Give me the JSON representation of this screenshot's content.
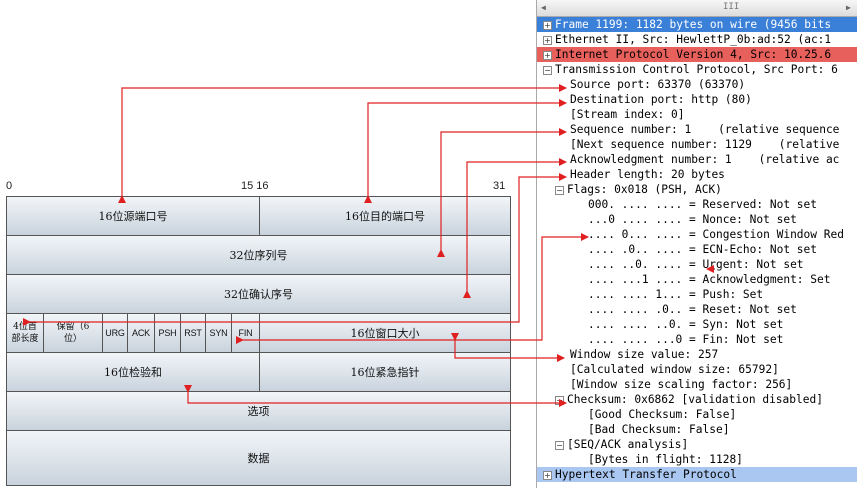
{
  "header": {
    "bit0": "0",
    "bit15_16": "15 16",
    "bit31": "31"
  },
  "header_format": {
    "src_port": "16位源端口号",
    "dst_port": "16位目的端口号",
    "seq": "32位序列号",
    "ack": "32位确认序号",
    "hdr_len_line1": "4位首",
    "hdr_len_line2": "部长度",
    "reserved_line1": "保留（6",
    "reserved_line2": "位）",
    "flags": [
      "URG",
      "ACK",
      "PSH",
      "RST",
      "SYN",
      "FIN"
    ],
    "window": "16位窗口大小",
    "checksum": "16位检验和",
    "urgent": "16位紧急指针",
    "options": "选项",
    "data": "数据"
  },
  "packet_tree": {
    "scrollbar_grip": "III",
    "lines": [
      "Frame 1199: 1182 bytes on wire (9456 bits",
      "Ethernet II, Src: HewlettP_0b:ad:52 (ac:1",
      "Internet Protocol Version 4, Src: 10.25.6",
      "Transmission Control Protocol, Src Port: 6",
      "Source port: 63370 (63370)",
      "Destination port: http (80)",
      "[Stream index: 0]",
      "Sequence number: 1    (relative sequence",
      "[Next sequence number: 1129    (relative",
      "Acknowledgment number: 1    (relative ac",
      "Header length: 20 bytes",
      "Flags: 0x018 (PSH, ACK)",
      "000. .... .... = Reserved: Not set",
      "...0 .... .... = Nonce: Not set",
      ".... 0... .... = Congestion Window Red",
      ".... .0.. .... = ECN-Echo: Not set",
      ".... ..0. .... = Urgent: Not set",
      ".... ...1 .... = Acknowledgment: Set",
      ".... .... 1... = Push: Set",
      ".... .... .0.. = Reset: Not set",
      ".... .... ..0. = Syn: Not set",
      ".... .... ...0 = Fin: Not set",
      "Window size value: 257",
      "[Calculated window size: 65792]",
      "[Window size scaling factor: 256]",
      "Checksum: 0x6862 [validation disabled]",
      "[Good Checksum: False]",
      "[Bad Checksum: False]",
      "[SEQ/ACK analysis]",
      "[Bytes in flight: 1128]",
      "Hypertext Transfer Protocol"
    ]
  },
  "colors": {
    "arrow": "#e02020",
    "selected": "#3a7fd8",
    "ip_row": "#e8605c",
    "http_row": "#a9c7f0"
  }
}
